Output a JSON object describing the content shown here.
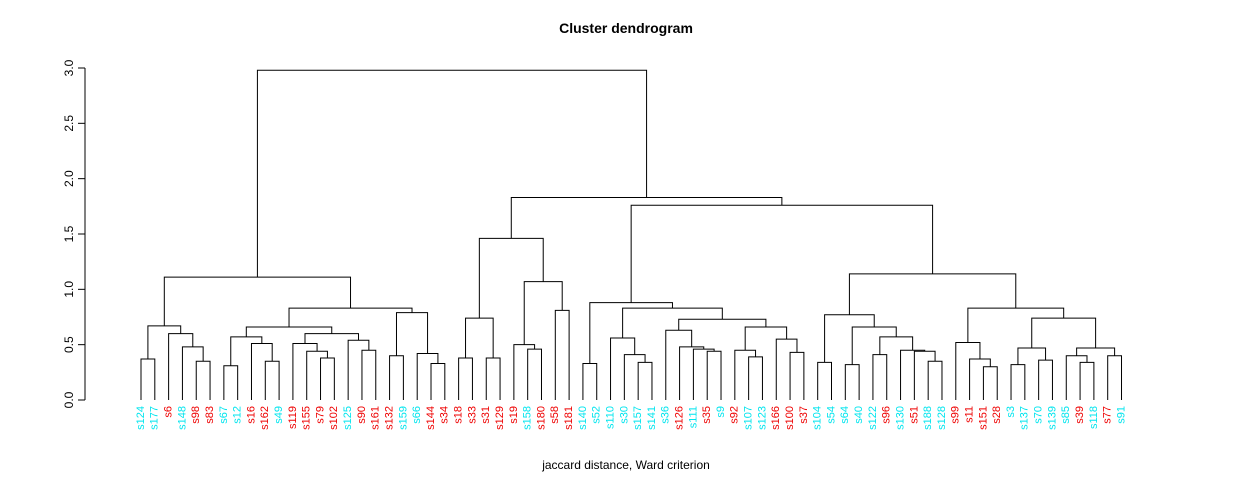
{
  "chart_data": {
    "type": "dendrogram",
    "title": "Cluster dendrogram",
    "xlabel": "jaccard distance, Ward criterion",
    "ylabel": "",
    "ylim": [
      0,
      3
    ],
    "yticks": [
      "0.0",
      "0.5",
      "1.0",
      "1.5",
      "2.0",
      "2.5",
      "3.0"
    ],
    "leaf_colors": {
      "cyan": "#00e5ee",
      "red": "#ee0000"
    },
    "leaves": [
      {
        "label": "s124",
        "color": "cyan"
      },
      {
        "label": "s177",
        "color": "cyan"
      },
      {
        "label": "s6",
        "color": "red"
      },
      {
        "label": "s148",
        "color": "cyan"
      },
      {
        "label": "s98",
        "color": "red"
      },
      {
        "label": "s83",
        "color": "red"
      },
      {
        "label": "s67",
        "color": "cyan"
      },
      {
        "label": "s12",
        "color": "cyan"
      },
      {
        "label": "s16",
        "color": "red"
      },
      {
        "label": "s162",
        "color": "red"
      },
      {
        "label": "s49",
        "color": "cyan"
      },
      {
        "label": "s119",
        "color": "red"
      },
      {
        "label": "s155",
        "color": "red"
      },
      {
        "label": "s79",
        "color": "red"
      },
      {
        "label": "s102",
        "color": "red"
      },
      {
        "label": "s125",
        "color": "cyan"
      },
      {
        "label": "s90",
        "color": "red"
      },
      {
        "label": "s161",
        "color": "red"
      },
      {
        "label": "s132",
        "color": "red"
      },
      {
        "label": "s159",
        "color": "cyan"
      },
      {
        "label": "s66",
        "color": "cyan"
      },
      {
        "label": "s144",
        "color": "red"
      },
      {
        "label": "s34",
        "color": "red"
      },
      {
        "label": "s18",
        "color": "red"
      },
      {
        "label": "s33",
        "color": "red"
      },
      {
        "label": "s31",
        "color": "red"
      },
      {
        "label": "s129",
        "color": "red"
      },
      {
        "label": "s19",
        "color": "red"
      },
      {
        "label": "s158",
        "color": "cyan"
      },
      {
        "label": "s180",
        "color": "red"
      },
      {
        "label": "s58",
        "color": "red"
      },
      {
        "label": "s181",
        "color": "red"
      },
      {
        "label": "s140",
        "color": "cyan"
      },
      {
        "label": "s52",
        "color": "cyan"
      },
      {
        "label": "s110",
        "color": "cyan"
      },
      {
        "label": "s30",
        "color": "cyan"
      },
      {
        "label": "s157",
        "color": "cyan"
      },
      {
        "label": "s141",
        "color": "cyan"
      },
      {
        "label": "s36",
        "color": "cyan"
      },
      {
        "label": "s126",
        "color": "red"
      },
      {
        "label": "s111",
        "color": "cyan"
      },
      {
        "label": "s35",
        "color": "red"
      },
      {
        "label": "s9",
        "color": "cyan"
      },
      {
        "label": "s92",
        "color": "red"
      },
      {
        "label": "s107",
        "color": "cyan"
      },
      {
        "label": "s123",
        "color": "cyan"
      },
      {
        "label": "s166",
        "color": "red"
      },
      {
        "label": "s100",
        "color": "red"
      },
      {
        "label": "s37",
        "color": "red"
      },
      {
        "label": "s104",
        "color": "cyan"
      },
      {
        "label": "s54",
        "color": "cyan"
      },
      {
        "label": "s64",
        "color": "cyan"
      },
      {
        "label": "s40",
        "color": "cyan"
      },
      {
        "label": "s122",
        "color": "cyan"
      },
      {
        "label": "s96",
        "color": "red"
      },
      {
        "label": "s130",
        "color": "cyan"
      },
      {
        "label": "s51",
        "color": "red"
      },
      {
        "label": "s188",
        "color": "cyan"
      },
      {
        "label": "s128",
        "color": "cyan"
      },
      {
        "label": "s99",
        "color": "red"
      },
      {
        "label": "s11",
        "color": "red"
      },
      {
        "label": "s151",
        "color": "red"
      },
      {
        "label": "s28",
        "color": "red"
      },
      {
        "label": "s3",
        "color": "cyan"
      },
      {
        "label": "s137",
        "color": "cyan"
      },
      {
        "label": "s70",
        "color": "cyan"
      },
      {
        "label": "s139",
        "color": "cyan"
      },
      {
        "label": "s85",
        "color": "cyan"
      },
      {
        "label": "s39",
        "color": "red"
      },
      {
        "label": "s118",
        "color": "cyan"
      },
      {
        "label": "s77",
        "color": "red"
      },
      {
        "label": "s91",
        "color": "cyan"
      }
    ],
    "merges": [
      {
        "id": "A1",
        "children": [
          "s124",
          "s177"
        ],
        "height": 0.37
      },
      {
        "id": "A2",
        "children": [
          "s98",
          "s83"
        ],
        "height": 0.35
      },
      {
        "id": "A3",
        "children": [
          "s148",
          "A2"
        ],
        "height": 0.48
      },
      {
        "id": "A4",
        "children": [
          "s6",
          "A3"
        ],
        "height": 0.6
      },
      {
        "id": "A5",
        "children": [
          "A1",
          "A4"
        ],
        "height": 0.67
      },
      {
        "id": "B1",
        "children": [
          "s67",
          "s12"
        ],
        "height": 0.31
      },
      {
        "id": "B2",
        "children": [
          "s162",
          "s49"
        ],
        "height": 0.35
      },
      {
        "id": "B3",
        "children": [
          "s16",
          "B2"
        ],
        "height": 0.51
      },
      {
        "id": "B4",
        "children": [
          "B1",
          "B3"
        ],
        "height": 0.57
      },
      {
        "id": "B5",
        "children": [
          "s102",
          "s79"
        ],
        "height": 0.38
      },
      {
        "id": "B6",
        "children": [
          "s155",
          "B5"
        ],
        "height": 0.44
      },
      {
        "id": "B7",
        "children": [
          "s119",
          "B6"
        ],
        "height": 0.51
      },
      {
        "id": "B8",
        "children": [
          "s161",
          "s90"
        ],
        "height": 0.45
      },
      {
        "id": "B9",
        "children": [
          "s125",
          "B8"
        ],
        "height": 0.54
      },
      {
        "id": "B10",
        "children": [
          "B7",
          "B9"
        ],
        "height": 0.6
      },
      {
        "id": "B11",
        "children": [
          "B4",
          "B10"
        ],
        "height": 0.66
      },
      {
        "id": "C1",
        "children": [
          "s132",
          "s159"
        ],
        "height": 0.4
      },
      {
        "id": "C2",
        "children": [
          "s144",
          "s34"
        ],
        "height": 0.33
      },
      {
        "id": "C3",
        "children": [
          "s66",
          "C2"
        ],
        "height": 0.42
      },
      {
        "id": "C4",
        "children": [
          "C1",
          "C3"
        ],
        "height": 0.79
      },
      {
        "id": "C5",
        "children": [
          "B11",
          "C4"
        ],
        "height": 0.83
      },
      {
        "id": "L",
        "children": [
          "A5",
          "C5"
        ],
        "height": 1.11
      },
      {
        "id": "D1",
        "children": [
          "s18",
          "s33"
        ],
        "height": 0.38
      },
      {
        "id": "D2",
        "children": [
          "s31",
          "s129"
        ],
        "height": 0.38
      },
      {
        "id": "D3",
        "children": [
          "D1",
          "D2"
        ],
        "height": 0.74
      },
      {
        "id": "D4",
        "children": [
          "s158",
          "s180"
        ],
        "height": 0.46
      },
      {
        "id": "D5",
        "children": [
          "s19",
          "D4"
        ],
        "height": 0.5
      },
      {
        "id": "D6",
        "children": [
          "s58",
          "s181"
        ],
        "height": 0.81
      },
      {
        "id": "D7",
        "children": [
          "D5",
          "D6"
        ],
        "height": 1.07
      },
      {
        "id": "D8",
        "children": [
          "D3",
          "D7"
        ],
        "height": 1.46
      },
      {
        "id": "E1",
        "children": [
          "s140",
          "s52"
        ],
        "height": 0.33
      },
      {
        "id": "E2",
        "children": [
          "s157",
          "s141"
        ],
        "height": 0.34
      },
      {
        "id": "E3",
        "children": [
          "s30",
          "E2"
        ],
        "height": 0.41
      },
      {
        "id": "E4",
        "children": [
          "s110",
          "E3"
        ],
        "height": 0.56
      },
      {
        "id": "E5",
        "children": [
          "s35",
          "s9"
        ],
        "height": 0.44
      },
      {
        "id": "E6",
        "children": [
          "s111",
          "E5"
        ],
        "height": 0.46
      },
      {
        "id": "E7",
        "children": [
          "s126",
          "E6"
        ],
        "height": 0.48
      },
      {
        "id": "E8",
        "children": [
          "s36",
          "E7"
        ],
        "height": 0.63
      },
      {
        "id": "E9",
        "children": [
          "s123",
          "s107"
        ],
        "height": 0.39
      },
      {
        "id": "E10",
        "children": [
          "s92",
          "E9"
        ],
        "height": 0.45
      },
      {
        "id": "E11",
        "children": [
          "s100",
          "s37"
        ],
        "height": 0.43
      },
      {
        "id": "E12",
        "children": [
          "s166",
          "E11"
        ],
        "height": 0.55
      },
      {
        "id": "E13",
        "children": [
          "E10",
          "E12"
        ],
        "height": 0.66
      },
      {
        "id": "E14",
        "children": [
          "E8",
          "E13"
        ],
        "height": 0.73
      },
      {
        "id": "E15",
        "children": [
          "E4",
          "E14"
        ],
        "height": 0.83
      },
      {
        "id": "E16",
        "children": [
          "E1",
          "E15"
        ],
        "height": 0.88
      },
      {
        "id": "F1",
        "children": [
          "s104",
          "s54"
        ],
        "height": 0.34
      },
      {
        "id": "F2",
        "children": [
          "s64",
          "s40"
        ],
        "height": 0.32
      },
      {
        "id": "F3",
        "children": [
          "s122",
          "s96"
        ],
        "height": 0.41
      },
      {
        "id": "F4",
        "children": [
          "s188",
          "s128"
        ],
        "height": 0.35
      },
      {
        "id": "F5",
        "children": [
          "s51",
          "F4"
        ],
        "height": 0.44
      },
      {
        "id": "F6",
        "children": [
          "s130",
          "F5"
        ],
        "height": 0.45
      },
      {
        "id": "F7",
        "children": [
          "F3",
          "F6"
        ],
        "height": 0.57
      },
      {
        "id": "F8",
        "children": [
          "F2",
          "F7"
        ],
        "height": 0.66
      },
      {
        "id": "F9",
        "children": [
          "F1",
          "F8"
        ],
        "height": 0.77
      },
      {
        "id": "G1",
        "children": [
          "s151",
          "s28"
        ],
        "height": 0.3
      },
      {
        "id": "G2",
        "children": [
          "s11",
          "G1"
        ],
        "height": 0.37
      },
      {
        "id": "G3",
        "children": [
          "s99",
          "G2"
        ],
        "height": 0.52
      },
      {
        "id": "G4",
        "children": [
          "s3",
          "s137"
        ],
        "height": 0.32
      },
      {
        "id": "G5",
        "children": [
          "s70",
          "s139"
        ],
        "height": 0.36
      },
      {
        "id": "G6",
        "children": [
          "G4",
          "G5"
        ],
        "height": 0.47
      },
      {
        "id": "G7",
        "children": [
          "s39",
          "s118"
        ],
        "height": 0.34
      },
      {
        "id": "G8",
        "children": [
          "s85",
          "G7"
        ],
        "height": 0.4
      },
      {
        "id": "G9",
        "children": [
          "s77",
          "s91"
        ],
        "height": 0.4
      },
      {
        "id": "G10",
        "children": [
          "G8",
          "G9"
        ],
        "height": 0.47
      },
      {
        "id": "G11",
        "children": [
          "G6",
          "G10"
        ],
        "height": 0.74
      },
      {
        "id": "G12",
        "children": [
          "G3",
          "G11"
        ],
        "height": 0.83
      },
      {
        "id": "H1",
        "children": [
          "F9",
          "G12"
        ],
        "height": 1.14
      },
      {
        "id": "H2",
        "children": [
          "E16",
          "H1"
        ],
        "height": 1.76
      },
      {
        "id": "R",
        "children": [
          "D8",
          "H2"
        ],
        "height": 1.83
      },
      {
        "id": "ROOT",
        "children": [
          "L",
          "R"
        ],
        "height": 2.98
      }
    ]
  }
}
